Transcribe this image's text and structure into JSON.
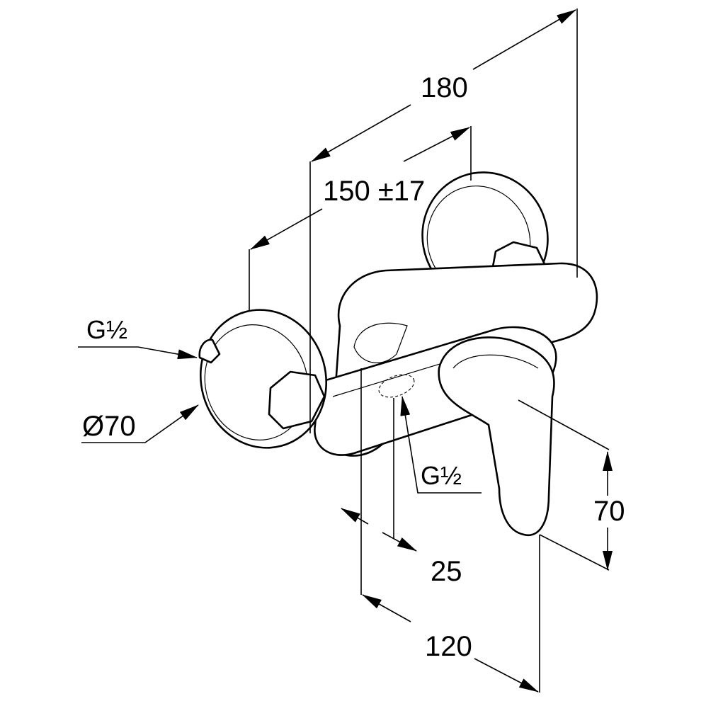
{
  "title": "Shower mixer dimension drawing",
  "dimensions": {
    "overall_width": "180",
    "center_distance": "150 ±17",
    "inlet_thread": "G½",
    "flange_diameter": "Ø70",
    "outlet_thread": "G½",
    "lever_height": "70",
    "outlet_offset": "25",
    "depth": "120"
  }
}
